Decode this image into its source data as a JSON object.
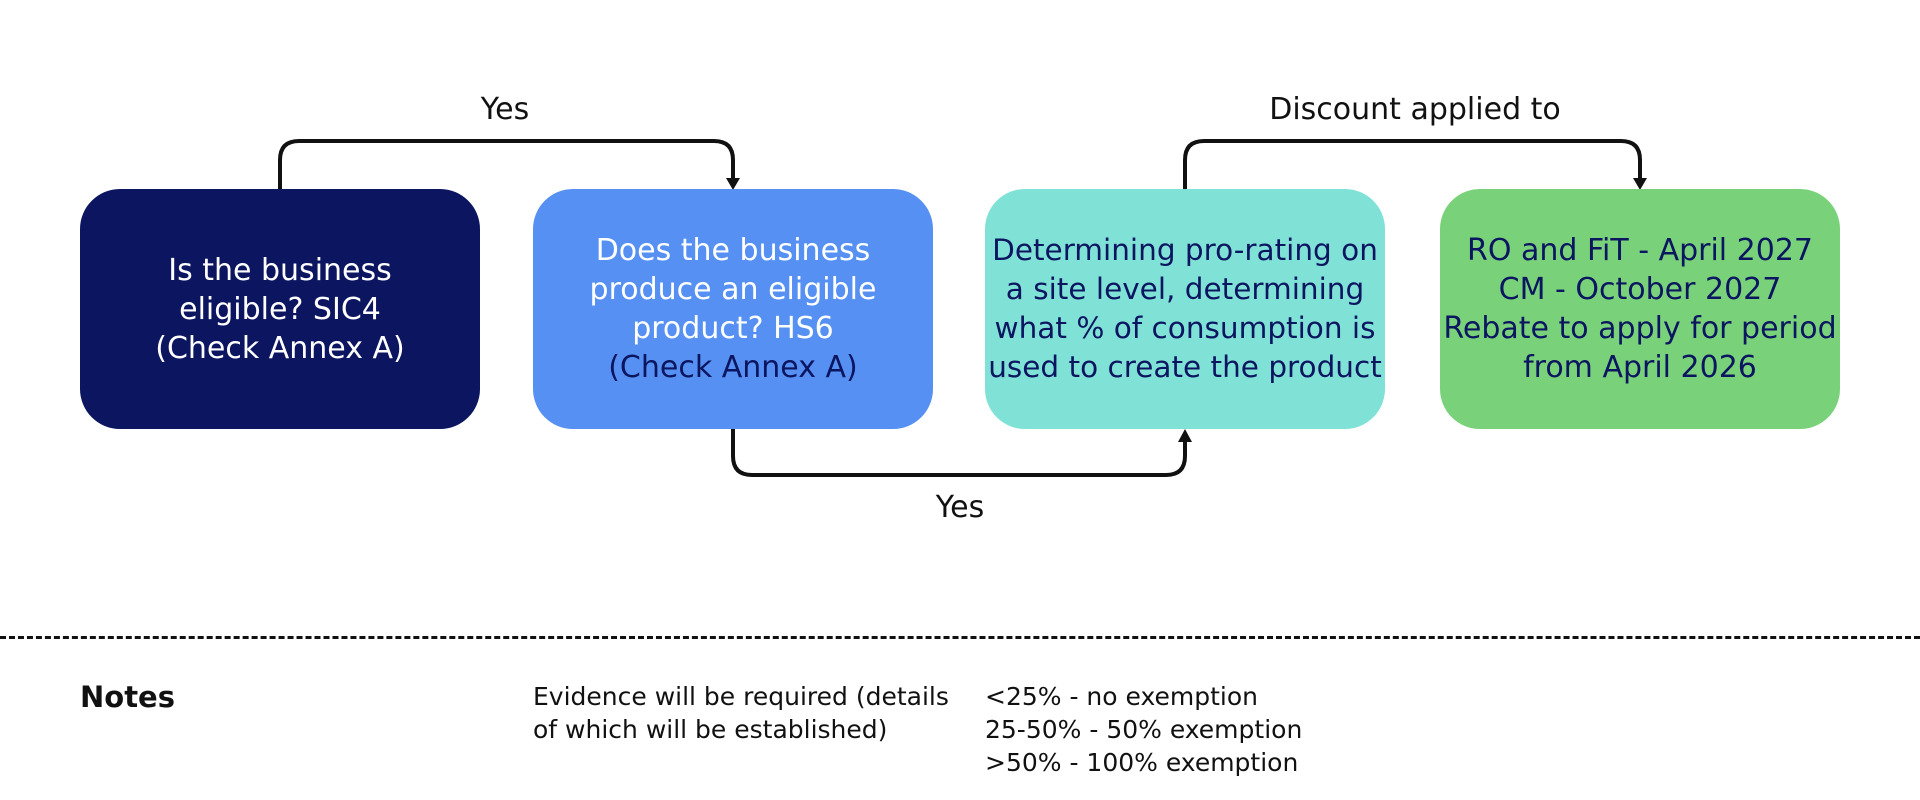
{
  "diagram": {
    "boxes": [
      {
        "id": "eligible-business",
        "lines": [
          "Is the business",
          "eligible? SIC4",
          "(Check Annex A)"
        ],
        "color": "#0b1560"
      },
      {
        "id": "eligible-product",
        "lines": [
          "Does the business",
          "produce an eligible",
          "product? HS6",
          "(Check Annex A)"
        ],
        "color": "#5590f2"
      },
      {
        "id": "pro-rating",
        "lines": [
          "Determining pro-rating on",
          "a site level, determining",
          "what % of consumption is",
          "used to create the product"
        ],
        "color": "#80e2d6"
      },
      {
        "id": "discount-dates",
        "lines": [
          "RO and FiT - April 2027",
          "CM - October 2027",
          "Rebate to apply for period",
          "from April 2026"
        ],
        "color": "#79d279"
      }
    ],
    "connectors": [
      {
        "from": "eligible-business",
        "to": "eligible-product",
        "label": "Yes"
      },
      {
        "from": "eligible-product",
        "to": "pro-rating",
        "label": "Yes"
      },
      {
        "from": "pro-rating",
        "to": "discount-dates",
        "label": "Discount applied to"
      }
    ]
  },
  "notes": {
    "title": "Notes",
    "evidence": [
      "Evidence will be required (details",
      "of which will be established)"
    ],
    "thresholds": [
      "<25% - no exemption",
      "25-50% - 50% exemption",
      ">50% - 100% exemption"
    ]
  }
}
